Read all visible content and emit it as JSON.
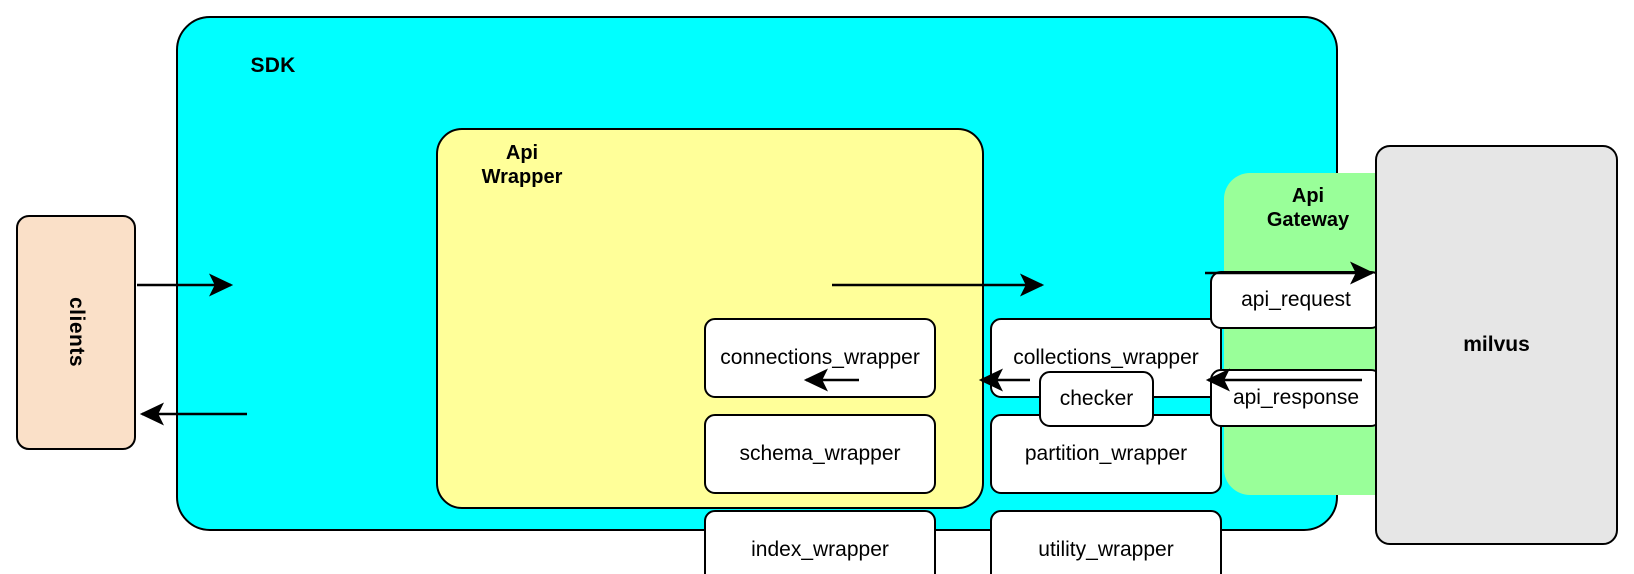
{
  "diagram": {
    "title": "Milvus SDK test framework architecture",
    "background": "#ffffff",
    "colors": {
      "sdk": "#00ffff",
      "api_wrapper": "#ffff99",
      "api_gateway": "#99ff99",
      "clients": "#fae0c8",
      "milvus": "#e6e6e6",
      "leaf": "#ffffff",
      "stroke": "#000000"
    }
  },
  "clients": {
    "label": "clients"
  },
  "sdk": {
    "label": "SDK",
    "api_wrapper": {
      "label": "Api\nWrapper",
      "line1": "Api",
      "line2": "Wrapper",
      "modules": [
        {
          "name": "connections_wrapper"
        },
        {
          "name": "collections_wrapper"
        },
        {
          "name": "schema_wrapper"
        },
        {
          "name": "partition_wrapper"
        },
        {
          "name": "index_wrapper"
        },
        {
          "name": "utility_wrapper"
        }
      ]
    },
    "checker": {
      "label": "checker"
    },
    "api_gateway": {
      "label": "Api\nGateway",
      "line1": "Api",
      "line2": "Gateway",
      "nodes": [
        {
          "name": "api_request"
        },
        {
          "name": "api_response"
        }
      ]
    }
  },
  "milvus": {
    "label": "milvus"
  },
  "flows": [
    {
      "from": "clients",
      "to": "sdk",
      "direction": "right"
    },
    {
      "from": "sdk",
      "to": "clients",
      "direction": "left"
    },
    {
      "from": "api_wrapper",
      "to": "api_gateway",
      "direction": "right"
    },
    {
      "from": "api_request",
      "to": "milvus",
      "direction": "right"
    },
    {
      "from": "milvus",
      "to": "api_response",
      "direction": "left"
    },
    {
      "from": "api_response",
      "to": "checker",
      "direction": "left"
    },
    {
      "from": "checker",
      "to": "api_wrapper",
      "direction": "left"
    }
  ]
}
